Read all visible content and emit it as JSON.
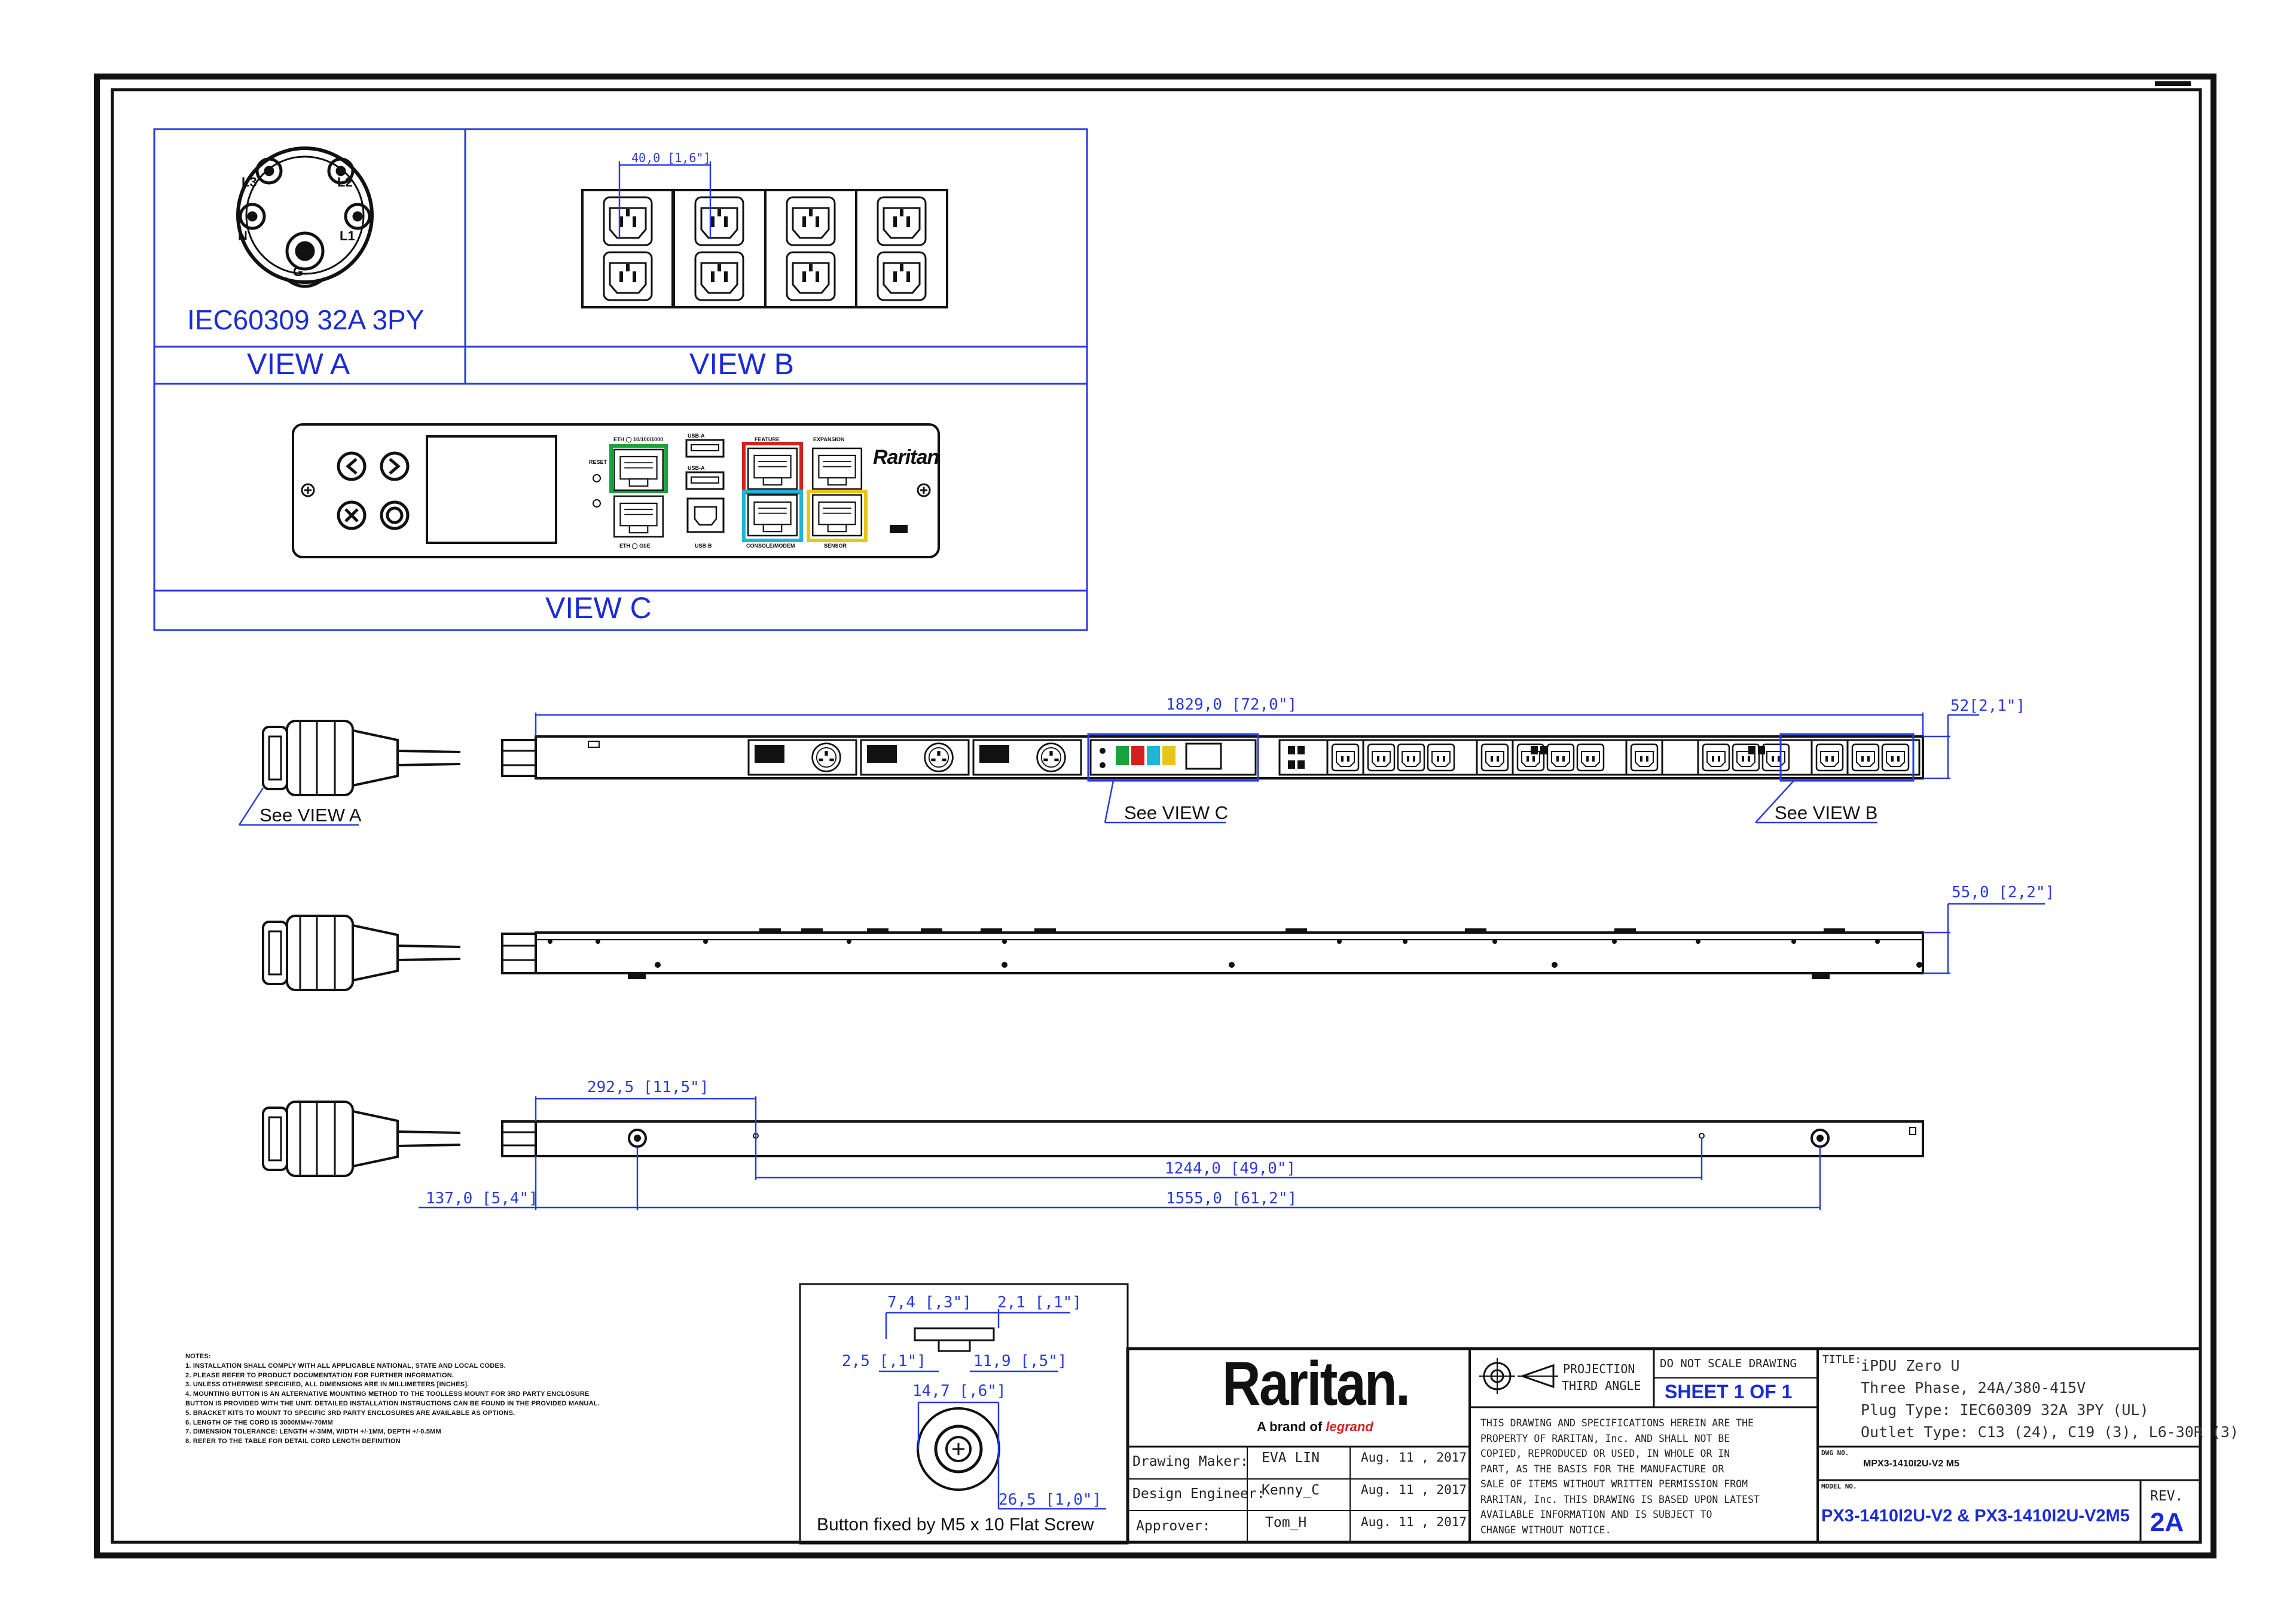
{
  "views": {
    "view_a": "VIEW A",
    "view_b": "VIEW B",
    "view_c": "VIEW C",
    "plug_name": "IEC60309 32A 3PY",
    "pins": [
      "L3",
      "L2",
      "N",
      "L1",
      "G"
    ]
  },
  "callouts": {
    "see_a": "See VIEW A",
    "see_b": "See VIEW B",
    "see_c": "See VIEW C"
  },
  "dimensions": {
    "outlet_pitch": "40,0 [1,6\"]",
    "overall_length": "1829,0 [72,0\"]",
    "width": "52[2,1\"]",
    "depth": "55,0 [2,2\"]",
    "bracket_offset": "292,5 [11,5\"]",
    "bracket_spacing_a": "1244,0 [49,0\"]",
    "end_offset": "137,0 [5,4\"]",
    "bracket_spacing_b": "1555,0 [61,2\"]",
    "button_d1": "7,4 [,3\"]",
    "button_d2": "2,1 [,1\"]",
    "button_d3": "2,5 [,1\"]",
    "button_d4": "11,9 [,5\"]",
    "button_d5": "14,7 [,6\"]",
    "button_d6": "26,5 [1,0\"]"
  },
  "button_caption": "Button fixed by M5 x 10 Flat Screw",
  "controller": {
    "brand": "Raritan"
  },
  "notes": {
    "heading": "NOTES:",
    "items": [
      "1. INSTALLATION SHALL COMPLY WITH ALL APPLICABLE NATIONAL, STATE AND LOCAL CODES.",
      "2. PLEASE REFER TO PRODUCT DOCUMENTATION FOR FURTHER INFORMATION.",
      "3. UNLESS OTHERWISE SPECIFIED, ALL DIMENSIONS ARE IN MILLIMETERS [INCHES].",
      "4. MOUNTING BUTTON IS AN ALTERNATIVE MOUNTING METHOD TO THE TOOLLESS MOUNT FOR 3RD PARTY ENCLOSURE",
      "    BUTTON IS PROVIDED WITH THE UNIT. DETAILED INSTALLATION INSTRUCTIONS CAN BE FOUND IN THE PROVIDED MANUAL.",
      "5. BRACKET KITS TO MOUNT TO SPECIFIC 3RD PARTY ENCLOSURES ARE AVAILABLE AS OPTIONS.",
      "6. LENGTH OF THE CORD IS 3000MM+/-70MM",
      "7. DIMENSION TOLERANCE: LENGTH +/-3MM, WIDTH +/-1MM, DEPTH +/-0.5MM",
      "8. REFER TO THE TABLE FOR DETAIL CORD LENGTH DEFINITION"
    ]
  },
  "title_block": {
    "logo": "Raritan.",
    "brand_prefix": "A brand of",
    "brand_name": "legrand",
    "rows": [
      {
        "role": "Drawing Maker:",
        "name": "EVA LIN",
        "date": "Aug. 11 , 2017"
      },
      {
        "role": "Design Engineer:",
        "name": "Kenny_C",
        "date": "Aug. 11 , 2017"
      },
      {
        "role": "Approver:",
        "name": "Tom_H",
        "date": "Aug. 11 , 2017"
      }
    ],
    "projection_line1": "PROJECTION",
    "projection_line2": "THIRD ANGLE",
    "do_not_scale": "DO NOT SCALE DRAWING",
    "sheet": "SHEET 1 OF 1",
    "disclaimer": [
      "THIS DRAWING AND SPECIFICATIONS HEREIN ARE THE",
      "PROPERTY OF RARITAN, Inc. AND SHALL NOT BE",
      "COPIED, REPRODUCED OR USED, IN WHOLE OR IN",
      "PART, AS THE BASIS FOR THE MANUFACTURE OR",
      "SALE OF ITEMS WITHOUT WRITTEN PERMISSION FROM",
      "RARITAN, Inc. THIS DRAWING IS BASED UPON LATEST",
      "AVAILABLE INFORMATION AND IS SUBJECT TO",
      "CHANGE WITHOUT NOTICE."
    ],
    "title_label": "TITLE:",
    "title_lines": [
      "iPDU Zero U",
      "Three Phase, 24A/380-415V",
      "Plug Type: IEC60309 32A 3PY (UL)",
      "Outlet Type: C13 (24), C19 (3), L6-30R (3)"
    ],
    "dwg_label": "DWG NO.",
    "dwg_no": "MPX3-1410I2U-V2 M5",
    "model_label": "MODEL NO.",
    "model_no": "PX3-1410I2U-V2 & PX3-1410I2U-V2M5",
    "rev_label": "REV.",
    "rev": "2A"
  },
  "colors": {
    "dimension_blue": "#1a2bd6",
    "frame": "#111111",
    "port_green": "#1aa33a",
    "port_red": "#d62020",
    "port_cyan": "#1fb6d6",
    "port_yellow": "#e8c51a"
  }
}
